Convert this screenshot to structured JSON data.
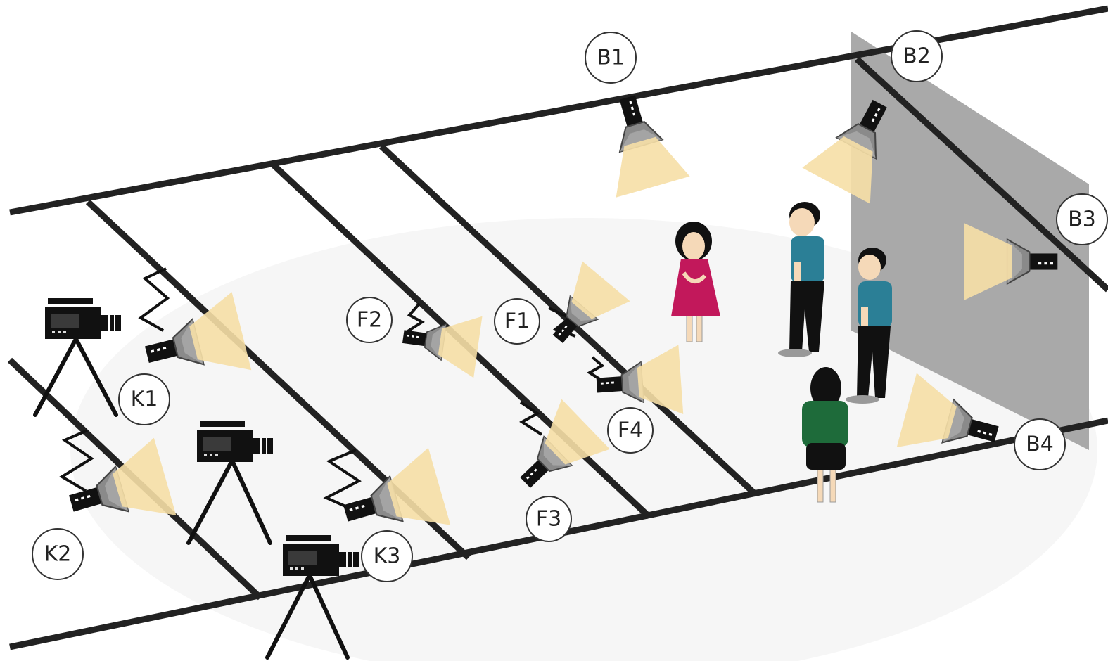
{
  "colors": {
    "rig": "#222222",
    "floor": "#f7f7f7",
    "backdrop": "#a9a9a9",
    "beam": "#f6dfa6",
    "fixture_body": "#111111",
    "fixture_shade": "#8a8a8a",
    "girl_dress": "#c2185b",
    "man_shirt": "#2b7f96",
    "woman_blouse": "#1e6b3a"
  },
  "labels": {
    "b1": "B1",
    "b2": "B2",
    "b3": "B3",
    "b4": "B4",
    "f1": "F1",
    "f2": "F2",
    "f3": "F3",
    "f4": "F4",
    "k1": "K1",
    "k2": "K2",
    "k3": "K3"
  },
  "icons": {
    "camera": "video-camera-icon",
    "light": "spotlight-icon",
    "person": "person-icon"
  }
}
